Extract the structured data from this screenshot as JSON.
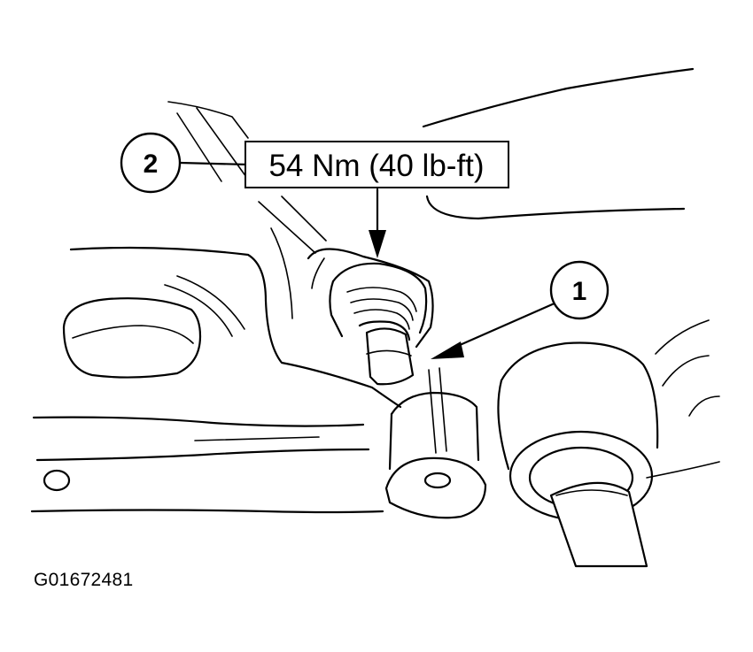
{
  "callouts": [
    {
      "number": "1"
    },
    {
      "number": "2"
    }
  ],
  "torque_label": "54 Nm (40 lb-ft)",
  "figure_id": "G01672481",
  "colors": {
    "ink": "#000000",
    "paper": "#ffffff"
  }
}
